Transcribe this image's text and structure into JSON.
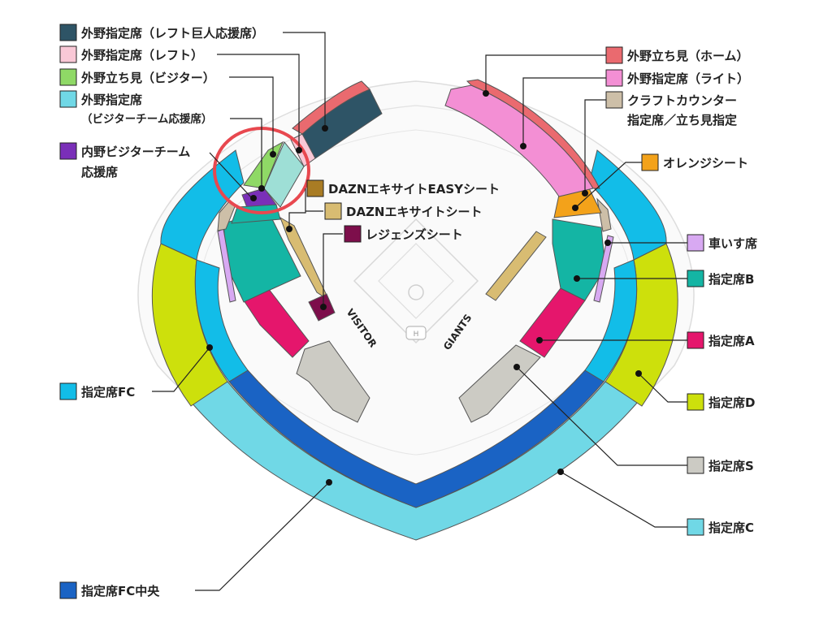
{
  "legend_left": [
    {
      "id": "l1",
      "text": "外野指定席（レフト巨人応援席）",
      "color": "#2e5466"
    },
    {
      "id": "l2",
      "text": "外野指定席（レフト）",
      "color": "#f9c8d6"
    },
    {
      "id": "l3",
      "text": "外野立ち見（ビジター）",
      "color": "#8fd966"
    },
    {
      "id": "l4a",
      "text": "外野指定席",
      "color": "#9edfd6"
    },
    {
      "id": "l4b",
      "text": "（ビジターチーム応援席）",
      "color": ""
    },
    {
      "id": "l5a",
      "text": "内野ビジターチーム",
      "color": "#7a2fb8"
    },
    {
      "id": "l5b",
      "text": "応援席",
      "color": ""
    },
    {
      "id": "l6",
      "text": "指定席FC",
      "color": "#12bde8"
    },
    {
      "id": "l7",
      "text": "指定席FC中央",
      "color": "#1a63c4"
    }
  ],
  "legend_right": [
    {
      "id": "r1",
      "text": "外野立ち見（ホーム）",
      "color": "#ea6a6f"
    },
    {
      "id": "r2",
      "text": "外野指定席（ライト）",
      "color": "#f38fd4"
    },
    {
      "id": "r3a",
      "text": "クラフトカウンター",
      "color": "#cdbfa8"
    },
    {
      "id": "r3b",
      "text": "指定席／立ち見指定",
      "color": ""
    },
    {
      "id": "r4",
      "text": "オレンジシート",
      "color": "#f3a21a"
    },
    {
      "id": "r5",
      "text": "車いす席",
      "color": "#d8a9f2"
    },
    {
      "id": "r6",
      "text": "指定席B",
      "color": "#14b5a4"
    },
    {
      "id": "r7",
      "text": "指定席A",
      "color": "#e5166c"
    },
    {
      "id": "r8",
      "text": "指定席D",
      "color": "#cde00c"
    },
    {
      "id": "r9",
      "text": "指定席S",
      "color": "#cccbc4"
    },
    {
      "id": "r10",
      "text": "指定席C",
      "color": "#70d8e6"
    }
  ],
  "legend_center": [
    {
      "id": "c1",
      "text": "DAZNエキサイトEASYシート",
      "color": "#a97c24"
    },
    {
      "id": "c2",
      "text": "DAZNエキサイトシート",
      "color": "#d8bc72"
    },
    {
      "id": "c3",
      "text": "レジェンズシート",
      "color": "#7d0e4b"
    }
  ],
  "field": {
    "visitor": "VISITOR",
    "giants": "GIANTS"
  },
  "highlight_color": "#e8484f"
}
